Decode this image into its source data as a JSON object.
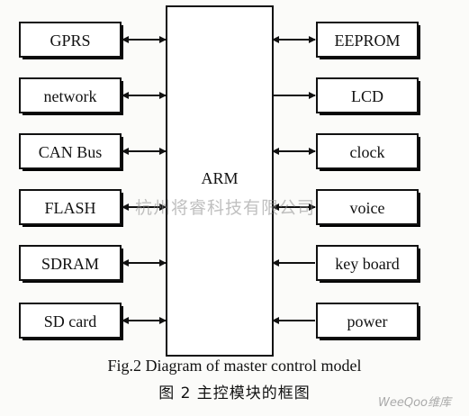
{
  "diagram": {
    "center_label": "ARM",
    "left_modules": [
      "GPRS",
      "network",
      "CAN Bus",
      "FLASH",
      "SDRAM",
      "SD card"
    ],
    "left_arrows": [
      "both",
      "both",
      "both",
      "both",
      "both",
      "both"
    ],
    "right_modules": [
      "EEPROM",
      "LCD",
      "clock",
      "voice",
      "key board",
      "power"
    ],
    "right_arrows": [
      "both",
      "right",
      "both",
      "both",
      "left",
      "left"
    ]
  },
  "caption": {
    "english": "Fig.2 Diagram of master control model",
    "chinese": "图 2  主控模块的框图"
  },
  "watermark": {
    "text": "杭州将睿科技有限公司"
  },
  "logo": {
    "text": "WeeQoo维库"
  },
  "colors": {
    "line": "#111111",
    "background": "#fbfbf9"
  }
}
